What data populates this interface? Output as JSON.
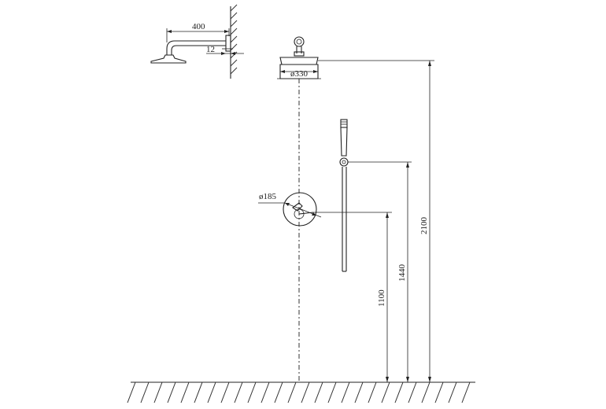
{
  "dimensions": {
    "arm_length": "400",
    "arm_offset": "12",
    "head_diameter": "ø330",
    "valve_diameter": "ø185",
    "height_showerhead": "2100",
    "height_holder": "1440",
    "height_valve": "1100"
  },
  "colors": {
    "line": "#222222",
    "background": "#ffffff"
  }
}
